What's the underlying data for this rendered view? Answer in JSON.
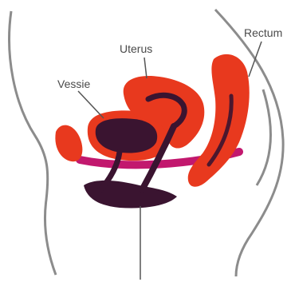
{
  "labels": {
    "uterus": "Uterus",
    "vessie": "Vessie",
    "rectum": "Rectum"
  },
  "colors": {
    "body_outline": "#8c8c8c",
    "organ_red": "#e8391e",
    "organ_dark": "#3a1430",
    "muscle_band": "#c2186e",
    "leader_line": "#555555",
    "text": "#4a4a4a"
  }
}
